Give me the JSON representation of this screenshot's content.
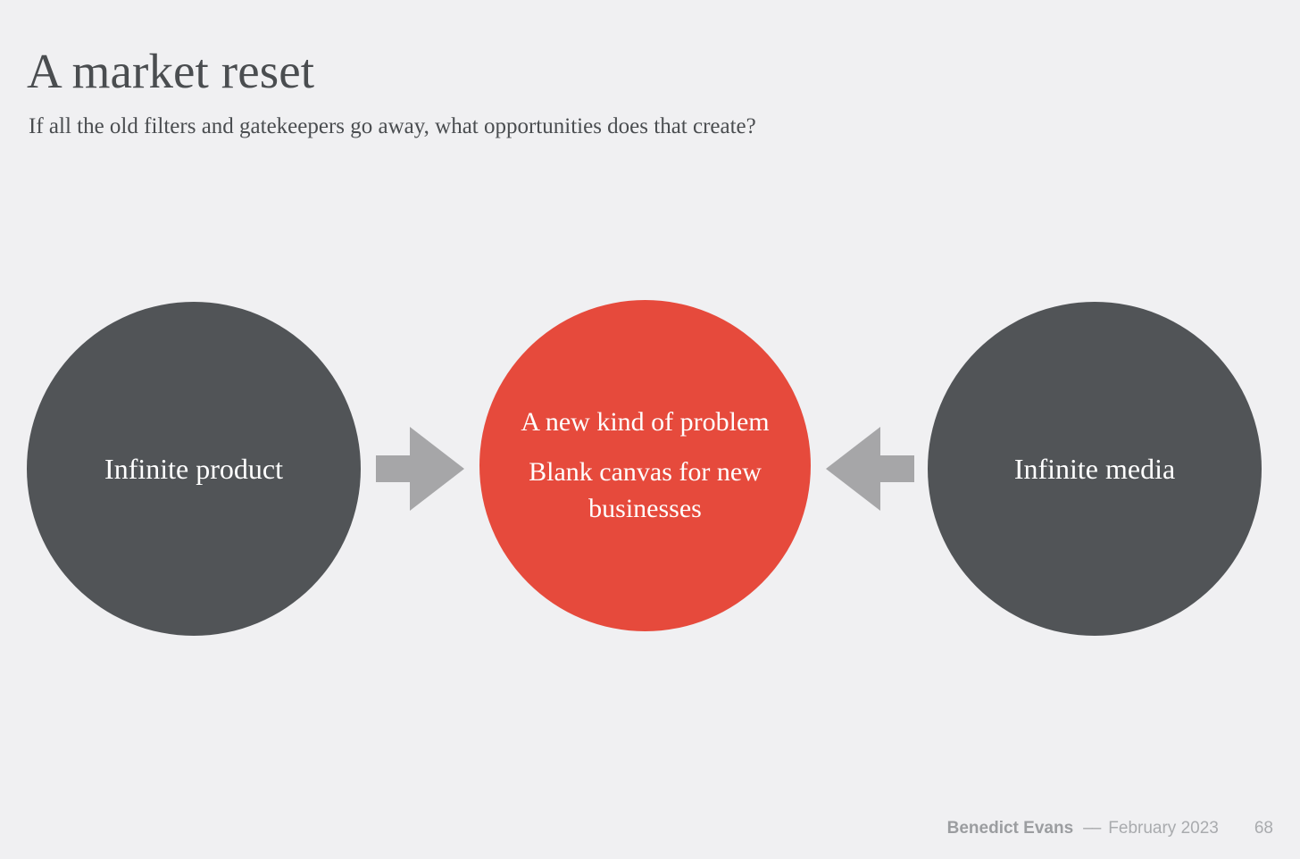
{
  "slide": {
    "title": "A market reset",
    "subtitle": "If all the old filters and gatekeepers go away, what opportunities does that create?"
  },
  "diagram": {
    "left_node": {
      "label": "Infinite product",
      "color": "#515457",
      "shape": "circle"
    },
    "center_node": {
      "line1": "A new kind of problem",
      "line2": "Blank canvas for new businesses",
      "color": "#e64a3c",
      "shape": "circle"
    },
    "right_node": {
      "label": "Infinite media",
      "color": "#515457",
      "shape": "circle"
    },
    "arrows": [
      {
        "name": "arrow-right-icon",
        "direction": "right",
        "color": "#a6a6a8"
      },
      {
        "name": "arrow-left-icon",
        "direction": "left",
        "color": "#a6a6a8"
      }
    ]
  },
  "footer": {
    "author": "Benedict Evans",
    "separator": "––",
    "date": "February 2023",
    "page": "68"
  },
  "colors": {
    "background": "#f0f0f2",
    "text": "#4a4d50",
    "accent": "#e64a3c",
    "node": "#515457",
    "arrow": "#a6a6a8",
    "footer": "#a3a5a8"
  }
}
